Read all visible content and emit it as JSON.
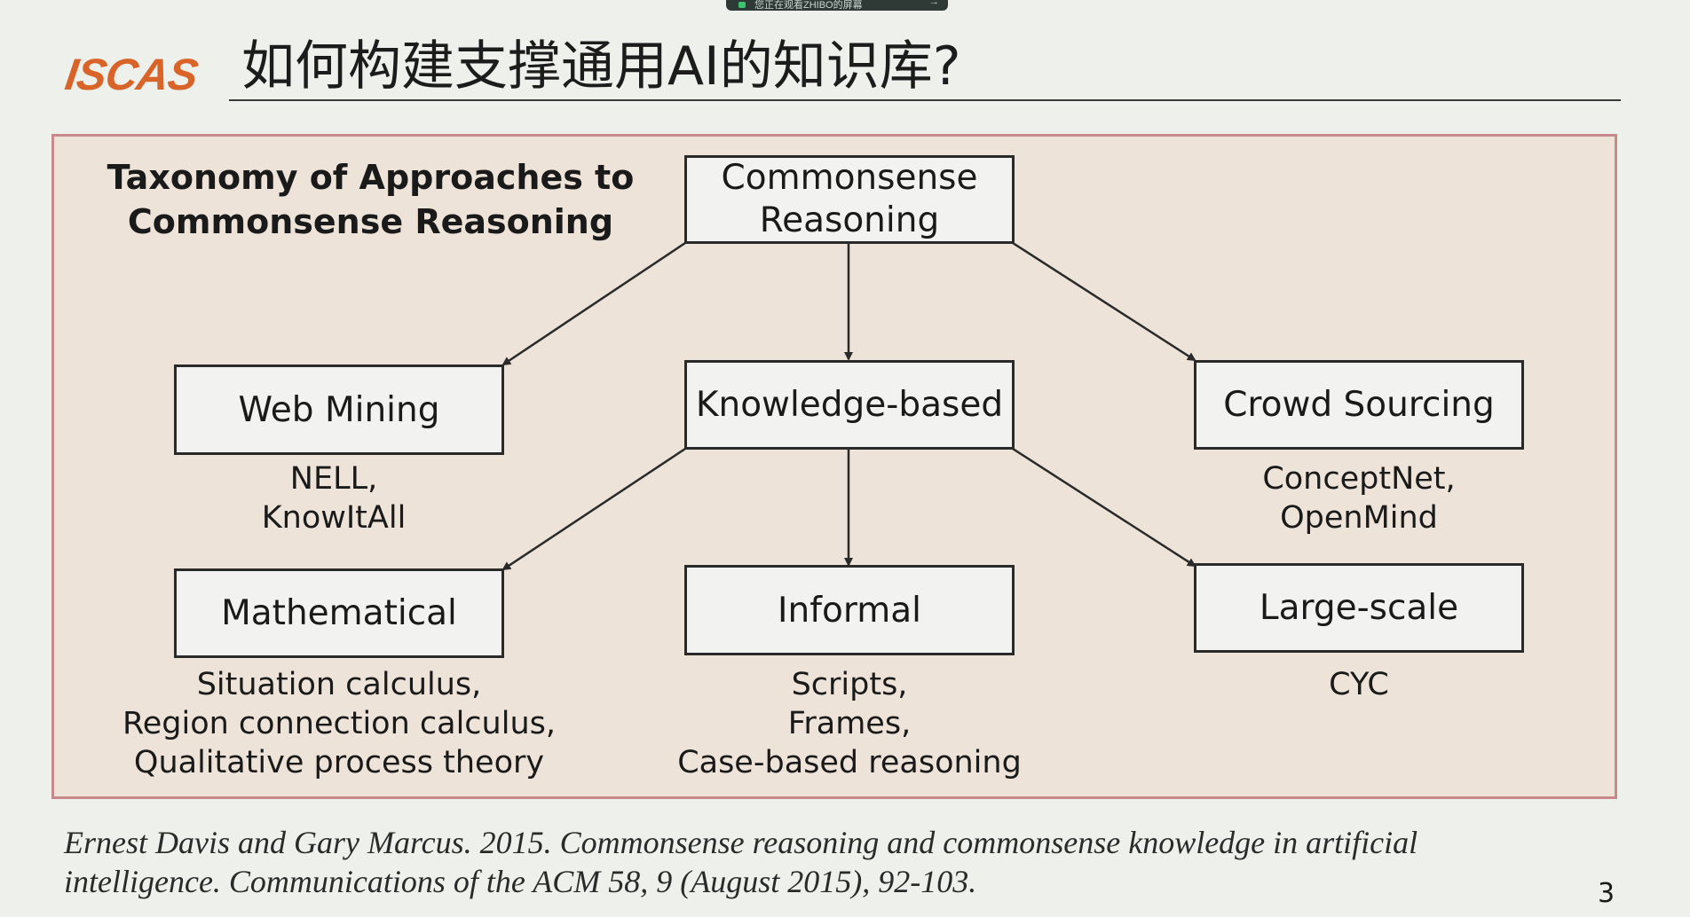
{
  "overlay": {
    "sharing_text": "您正在观看ZHIBO的屏幕",
    "close_glyph": "→"
  },
  "logo": {
    "text": "ISCAS"
  },
  "slide_title": "如何构建支撑通用AI的知识库?",
  "diagram": {
    "heading": "Taxonomy of Approaches to Commonsense Reasoning",
    "root": "Commonsense Reasoning",
    "level1": {
      "left": {
        "label": "Web Mining",
        "examples": [
          "NELL,",
          "KnowItAll"
        ]
      },
      "center": {
        "label": "Knowledge-based"
      },
      "right": {
        "label": "Crowd Sourcing",
        "examples": [
          "ConceptNet,",
          "OpenMind"
        ]
      }
    },
    "level2": {
      "left": {
        "label": "Mathematical",
        "examples": [
          "Situation calculus,",
          "Region connection calculus,",
          "Qualitative process theory"
        ]
      },
      "center": {
        "label": "Informal",
        "examples": [
          "Scripts,",
          "Frames,",
          "Case-based reasoning"
        ]
      },
      "right": {
        "label": "Large-scale",
        "examples": [
          "CYC"
        ]
      }
    }
  },
  "citation": {
    "line1": "Ernest Davis and Gary Marcus. 2015. Commonsense reasoning and commonsense knowledge in artificial",
    "line2": "intelligence. Communications of the ACM 58, 9 (August 2015), 92-103."
  },
  "page_number": "3",
  "colors": {
    "panel_bg": "#ede3d8",
    "panel_border": "#c8898a",
    "logo": "#d9642a"
  }
}
